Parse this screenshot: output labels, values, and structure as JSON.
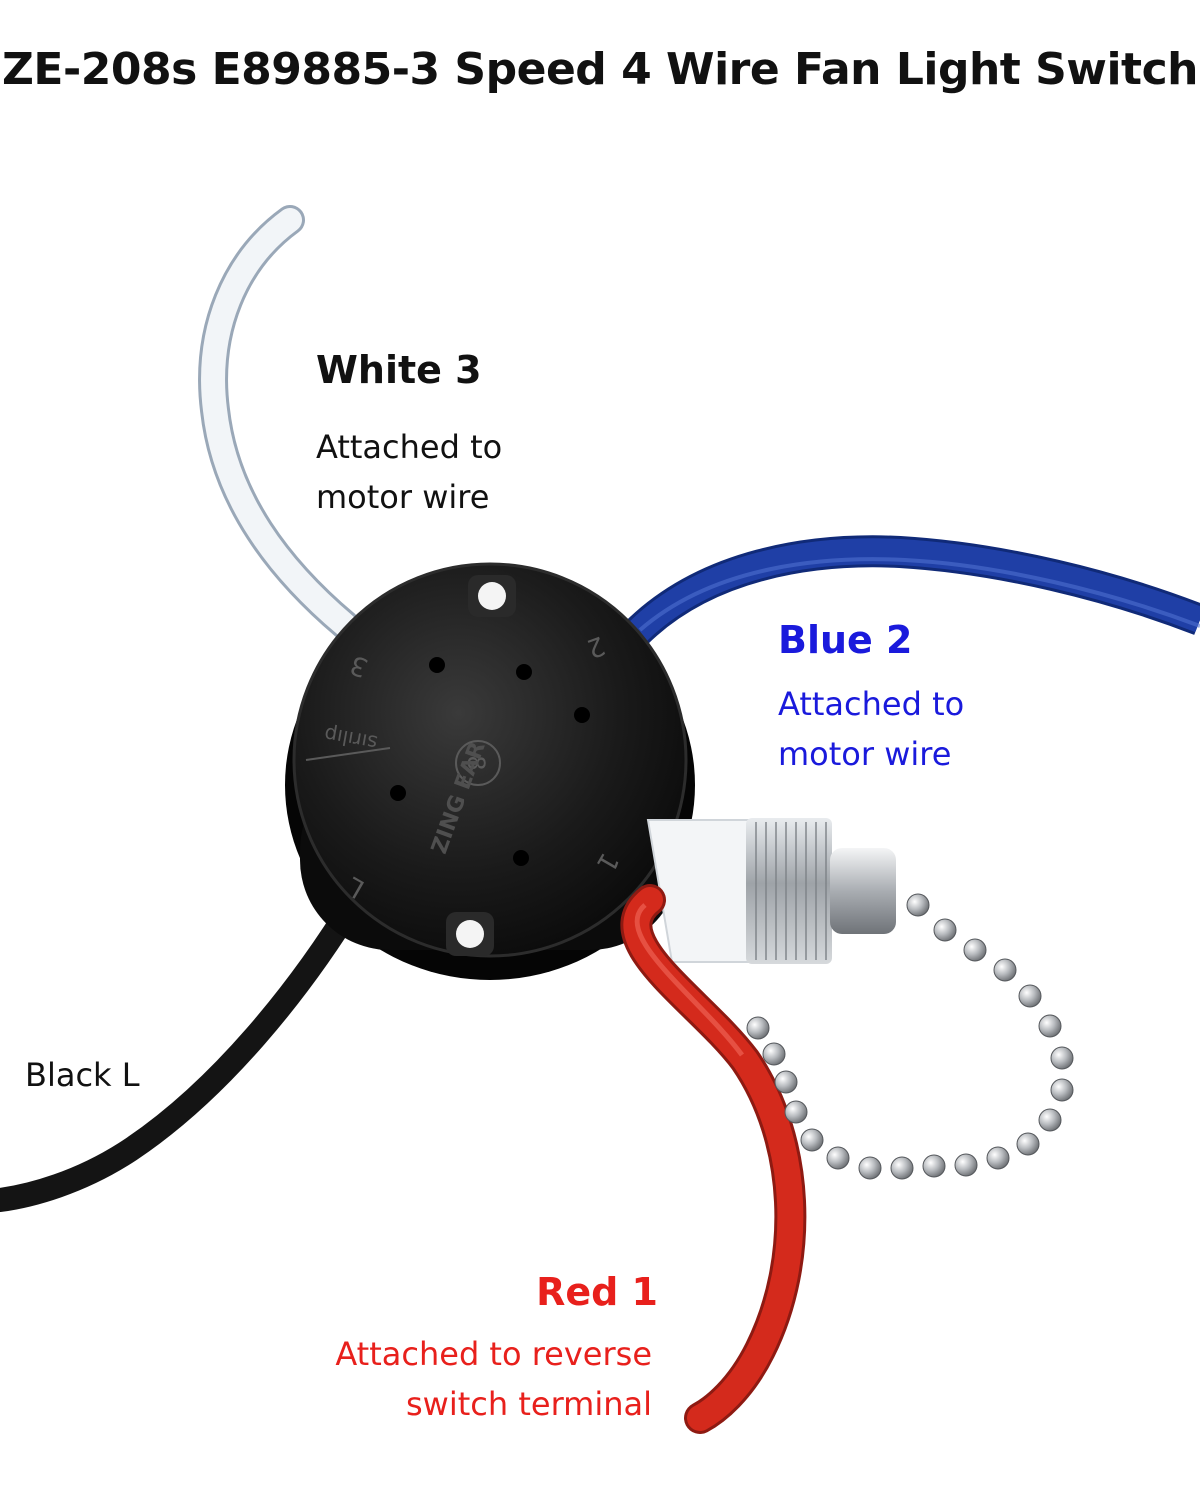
{
  "title": "ZE-208s E89885-3 Speed 4 Wire Fan Light Switch",
  "colors": {
    "white_wire": "#f2f5f8",
    "blue_wire": "#1f3fa6",
    "black_wire": "#141414",
    "red_wire": "#d42a1c",
    "blue_text": "#1a1adc",
    "red_text": "#e8201c",
    "switch_body": "#151515",
    "chain": "#b9bcc0"
  },
  "wires": {
    "white": {
      "heading": "White 3",
      "desc_lines": [
        "Attached to",
        "motor wire"
      ]
    },
    "blue": {
      "heading": "Blue 2",
      "desc_lines": [
        "Attached to",
        "motor wire"
      ]
    },
    "black": {
      "heading": "Black L"
    },
    "red": {
      "heading": "Red 1",
      "desc_lines": [
        "Attached to reverse",
        "switch terminal"
      ]
    }
  },
  "switch_body": {
    "terminal_marks": [
      "3",
      "2",
      "1",
      "L"
    ],
    "brand": "ZING EAR",
    "model_number": "8",
    "stamp": "sırılıp"
  }
}
